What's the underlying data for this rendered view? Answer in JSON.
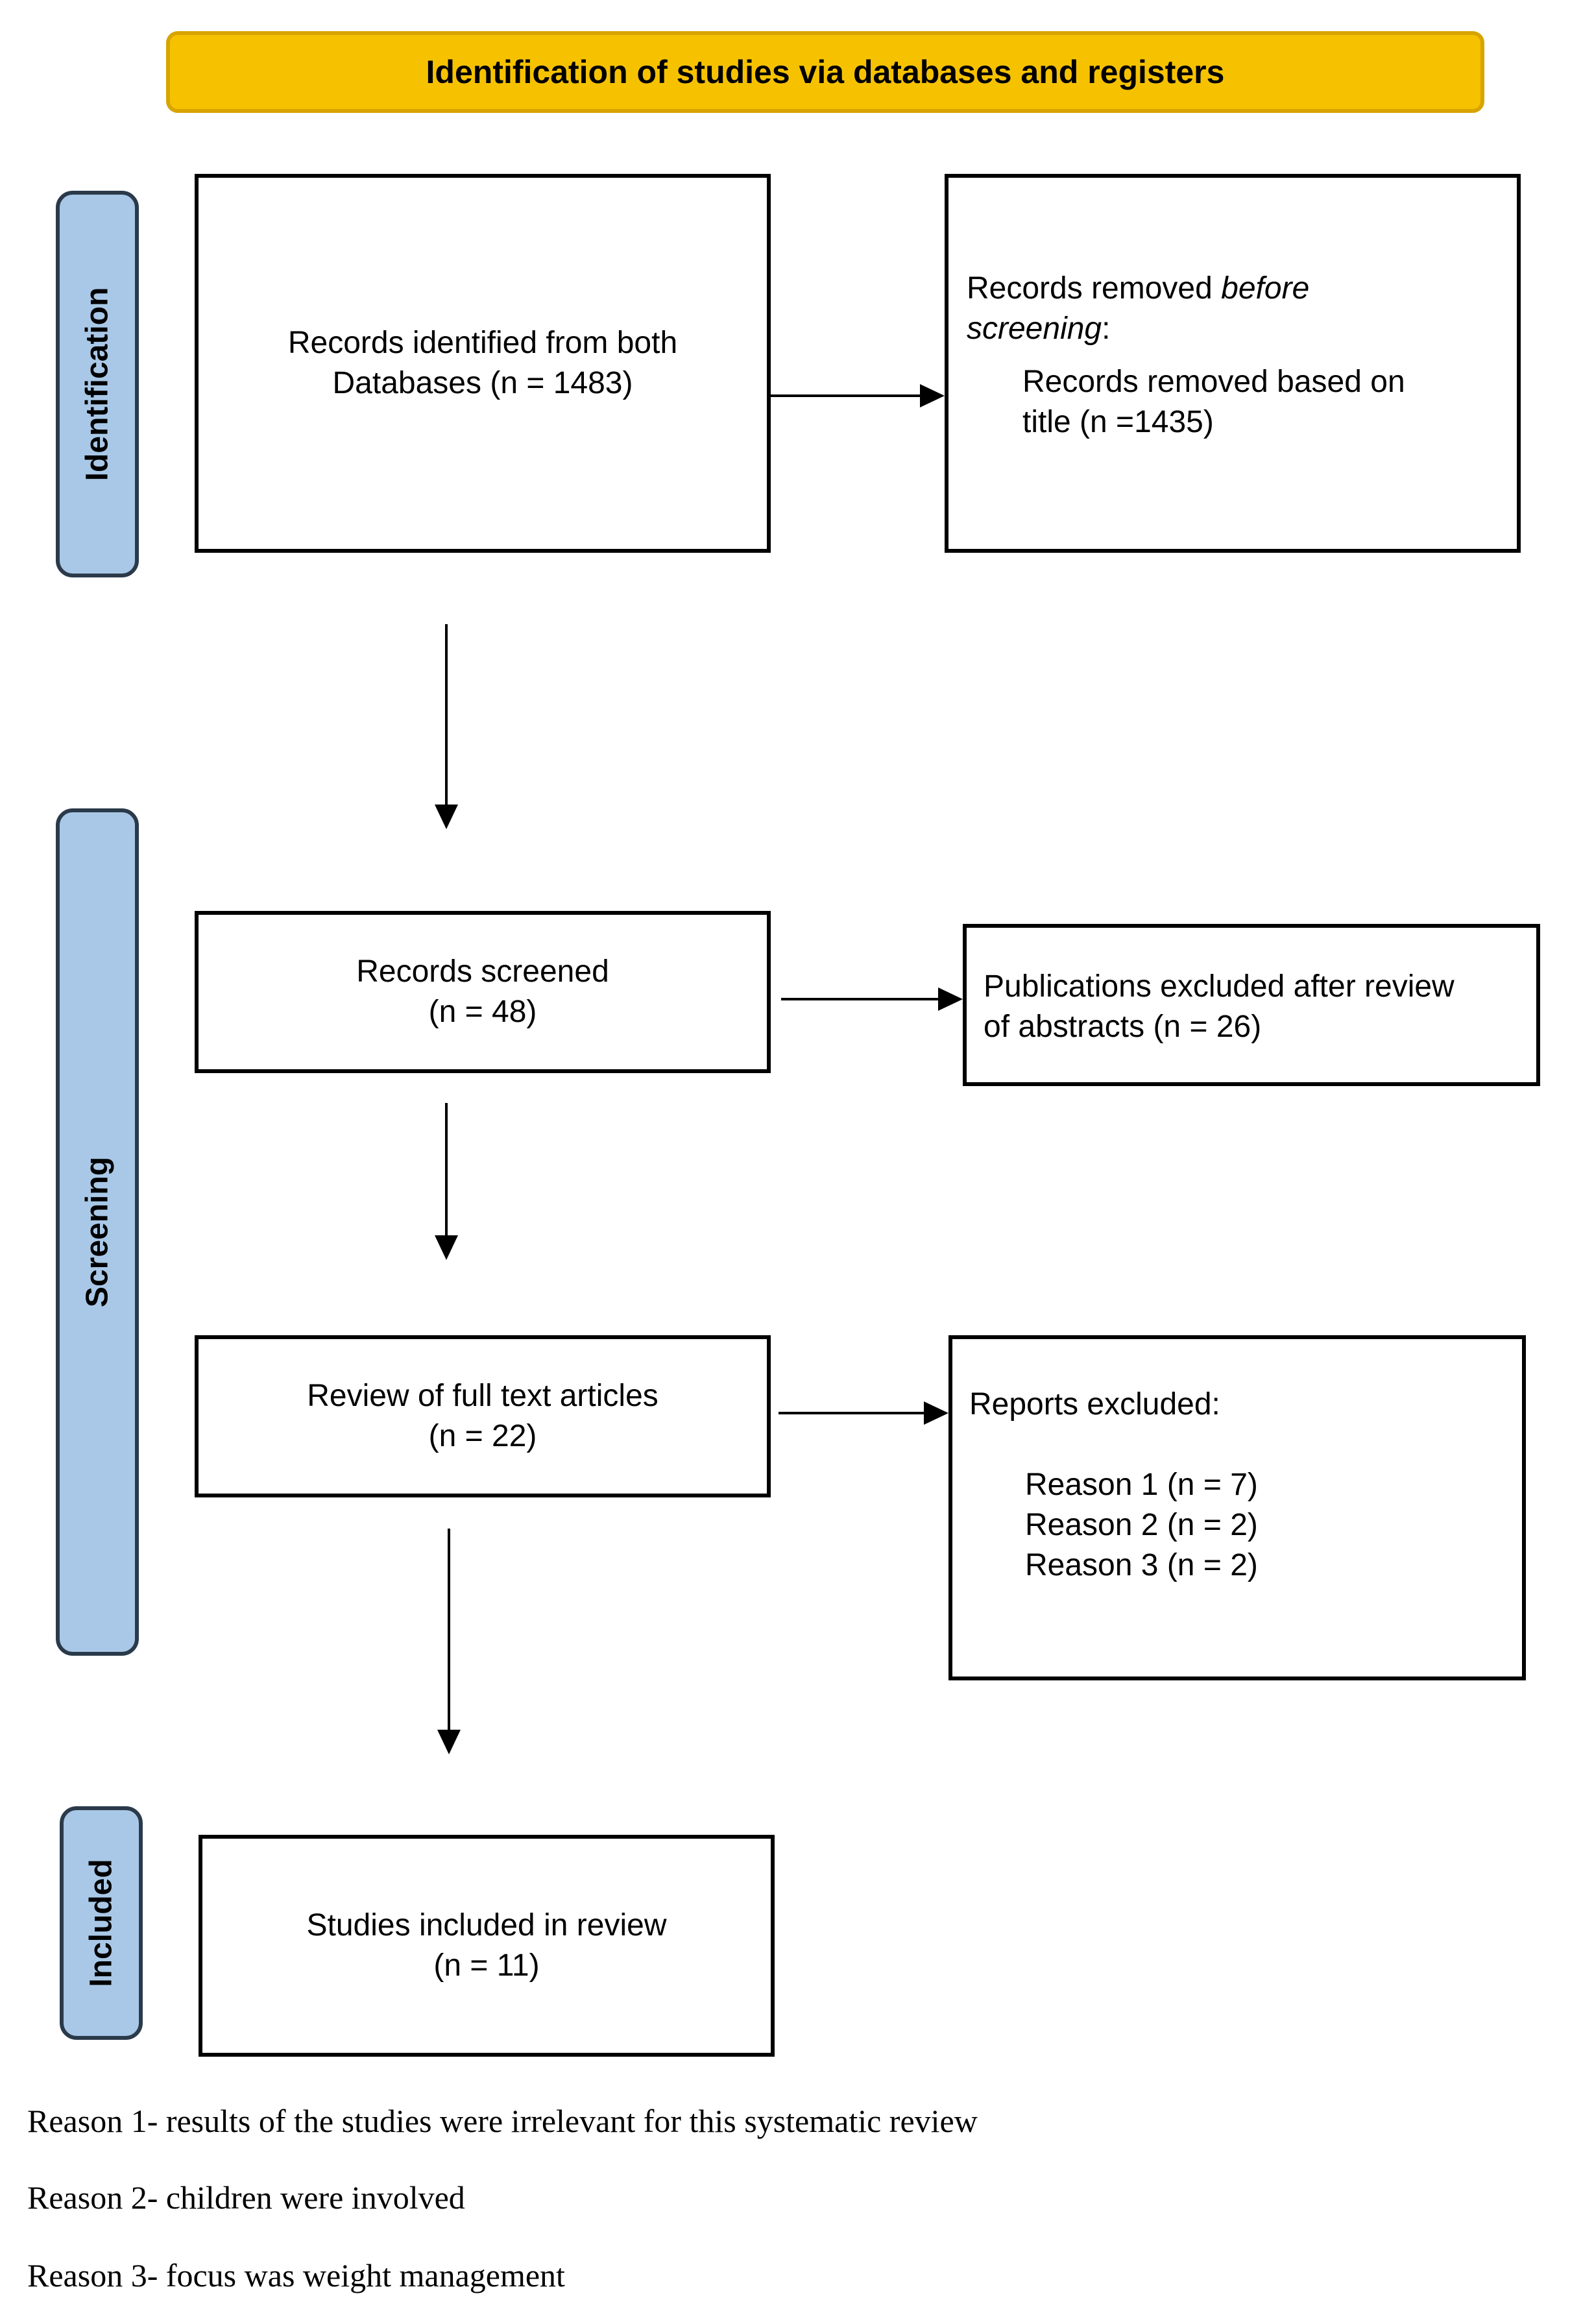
{
  "header": {
    "title": "Identification of studies via databases and registers"
  },
  "phases": {
    "identification": "Identification",
    "screening": "Screening",
    "included": "Included"
  },
  "boxes": {
    "records_identified": {
      "line1": "Records identified from both",
      "line2": "Databases (n = 1483)"
    },
    "records_removed": {
      "intro_plain": "Records removed ",
      "intro_italic": "before",
      "intro_italic2": "screening",
      "intro_colon": ":",
      "line1": "Records removed based on",
      "line2": "title (n =1435)"
    },
    "records_screened": {
      "line1": "Records screened",
      "line2": "(n = 48)"
    },
    "publications_excluded": {
      "line1": "Publications excluded after review",
      "line2": "of abstracts (n = 26)"
    },
    "full_text_review": {
      "line1": "Review of full text articles",
      "line2": "(n = 22)"
    },
    "reports_excluded": {
      "title": "Reports excluded:",
      "reasons": [
        "Reason 1 (n = 7)",
        "Reason 2 (n = 2)",
        "Reason 3 (n = 2)"
      ]
    },
    "studies_included": {
      "line1": "Studies included in review",
      "line2": "(n = 11)"
    }
  },
  "footnotes": [
    "Reason 1- results of the studies were irrelevant for this systematic review",
    "Reason 2- children were involved",
    "Reason 3- focus was weight management"
  ]
}
